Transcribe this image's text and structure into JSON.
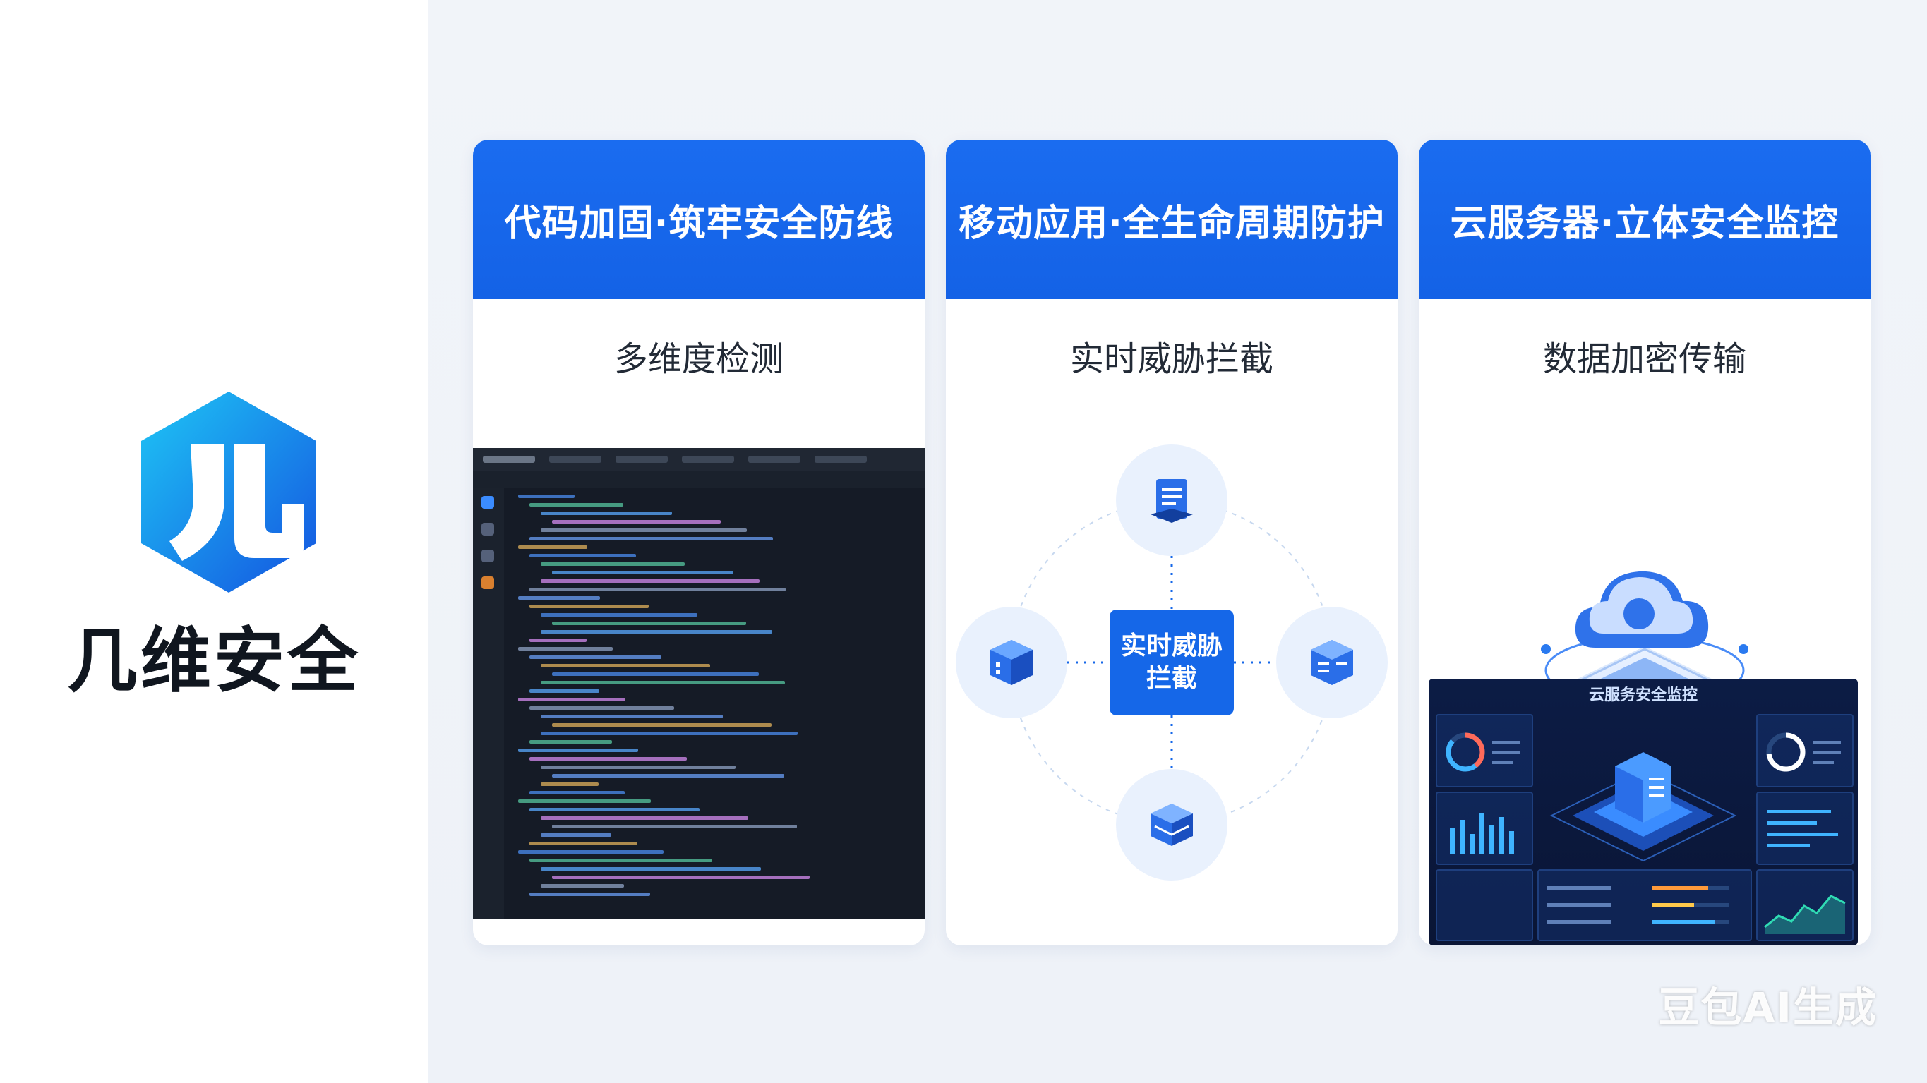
{
  "brand": {
    "name": "几维安全"
  },
  "cards": [
    {
      "title": "代码加固·筑牢安全防线",
      "subtitle": "多维度检测"
    },
    {
      "title": "移动应用·全生命周期防护",
      "subtitle": "实时威胁拦截",
      "center_label": "实时威胁拦截"
    },
    {
      "title": "云服务器·立体安全监控",
      "subtitle": "数据加密传输",
      "dashboard_title": "云服务安全监控"
    }
  ],
  "colors": {
    "primary": "#1567e8",
    "dark_bg": "#151b26"
  },
  "icons": [
    "logo-hexagon-icon",
    "document-icon",
    "cube-icon",
    "server-box-icon",
    "database-icon",
    "cloud-lock-icon"
  ],
  "watermark": "豆包AI生成"
}
